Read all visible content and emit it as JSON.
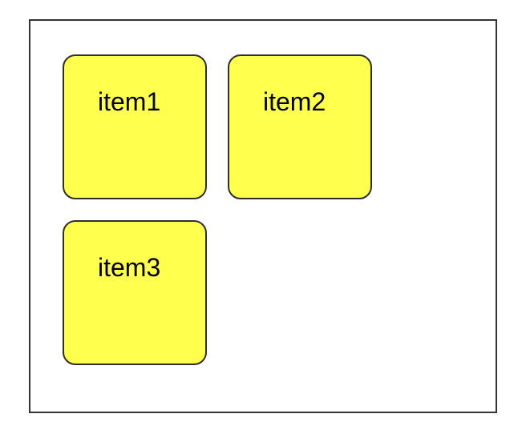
{
  "container": {
    "role": "drop-zone"
  },
  "items": [
    {
      "id": "item1",
      "label": "item1"
    },
    {
      "id": "item2",
      "label": "item2"
    },
    {
      "id": "item3",
      "label": "item3"
    }
  ],
  "colors": {
    "background": "#ffffff",
    "container_border": "#333333",
    "item_fill": "#ffff4d",
    "item_border": "#2e2e2e",
    "text": "#000000"
  }
}
